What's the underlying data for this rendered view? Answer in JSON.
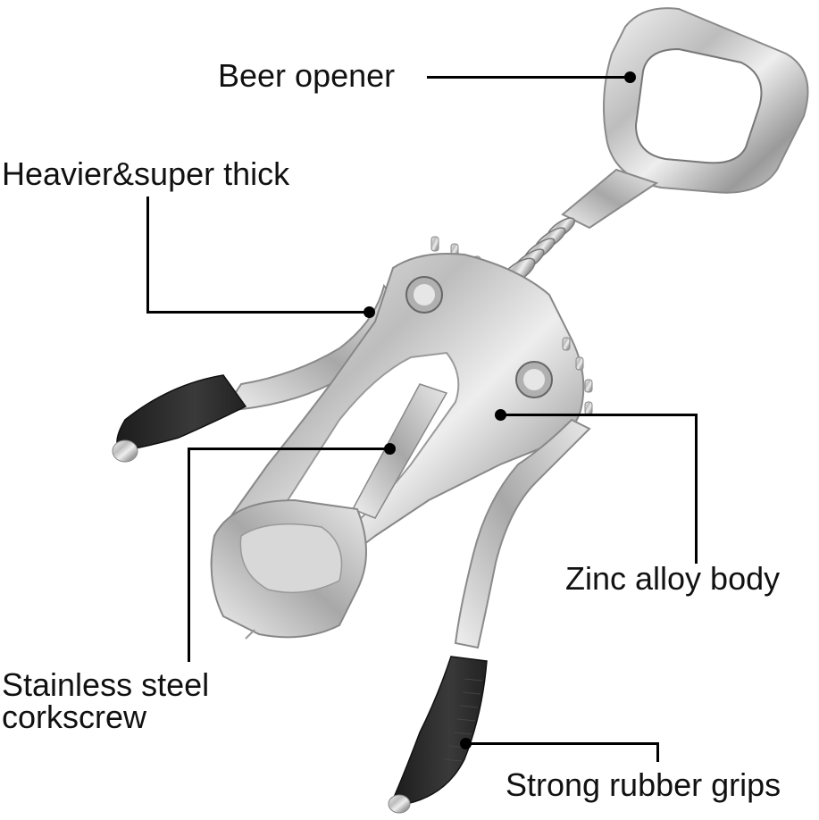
{
  "image": {
    "subject": "Wing corkscrew wine opener with labeled features",
    "background": "#ffffff",
    "metal_color": "#c8c8c8",
    "grip_color": "#2a2a2a",
    "label_color": "#111111"
  },
  "callouts": [
    {
      "id": "beer-opener",
      "label": "Beer opener"
    },
    {
      "id": "heavier-thick",
      "label": "Heavier&super thick"
    },
    {
      "id": "zinc-body",
      "label": "Zinc alloy body"
    },
    {
      "id": "stainless-corkscrew",
      "label_line1": "Stainless steel",
      "label_line2": "corkscrew"
    },
    {
      "id": "rubber-grips",
      "label": "Strong rubber grips"
    }
  ]
}
